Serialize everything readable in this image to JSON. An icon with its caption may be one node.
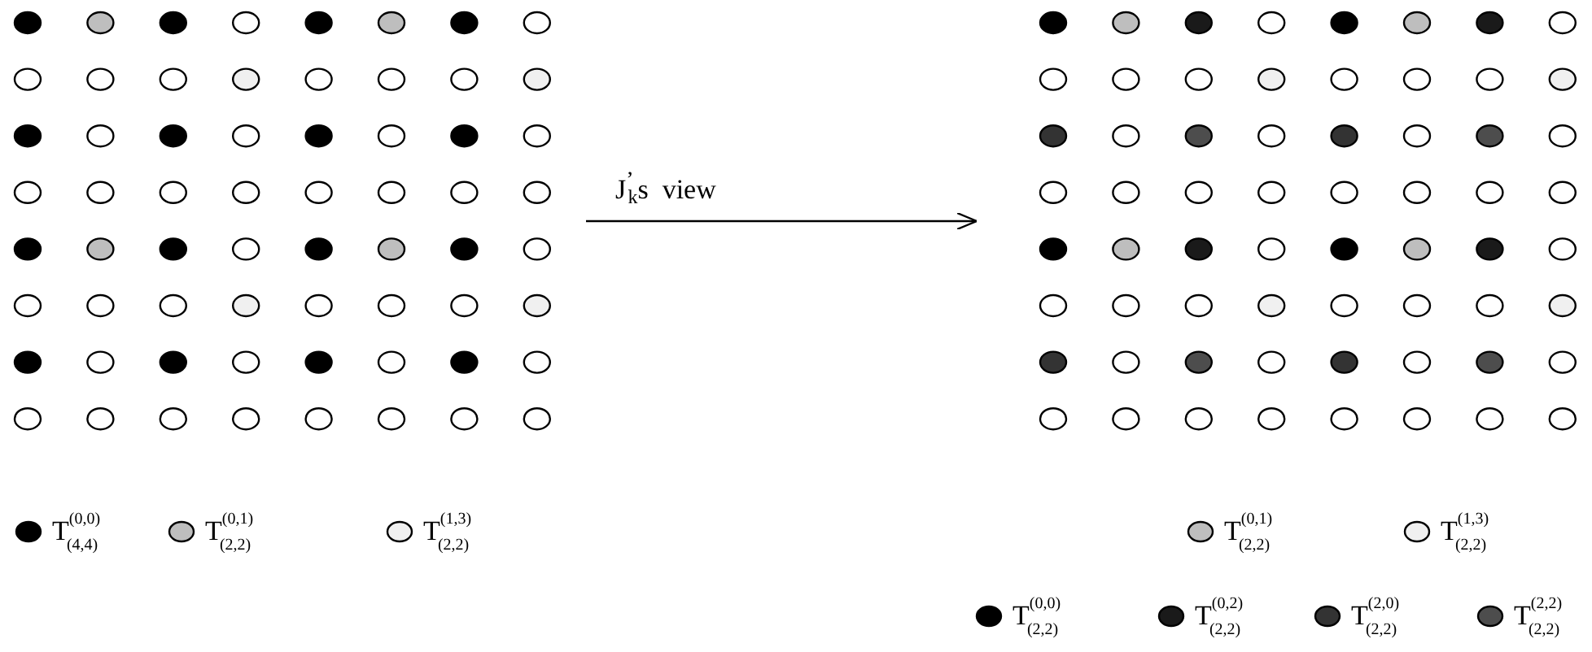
{
  "diagram": {
    "nodes": [
      {
        "text": [],
        "shape": "grid"
      },
      {
        "text": [],
        "shape": "grid"
      }
    ],
    "edges": [
      {
        "from": 0,
        "to": 1,
        "arrow": "to",
        "label": "J$^{’}$$_{k}$s  view"
      }
    ],
    "legend": [
      {
        "text": "T$^{(0,0)}$$_{(4,4)}$",
        "color": "#000000"
      },
      {
        "text": "T$^{(0,1)}$$_{(2,2)}$",
        "color": "#bebebe"
      },
      {
        "text": "T$^{(1,3)}$$_{(2,2)}$",
        "color": "#f0f0f0"
      },
      {
        "text": "T$^{(0,1)}$$_{(2,2)}$",
        "color": "#bebebe"
      },
      {
        "text": "T$^{(1,3)}$$_{(2,2)}$",
        "color": "#f0f0f0"
      },
      {
        "text": "T$^{(0,0)}$$_{(2,2)}$",
        "color": "#000000"
      },
      {
        "text": "T$^{(0,2)}$$_{(2,2)}$",
        "color": "#1a1a1a"
      },
      {
        "text": "T$^{(2,0)}$$_{(2,2)}$",
        "color": "#333333"
      },
      {
        "text": "T$^{(2,2)}$$_{(2,2)}$",
        "color": "#4d4d4d"
      }
    ]
  }
}
